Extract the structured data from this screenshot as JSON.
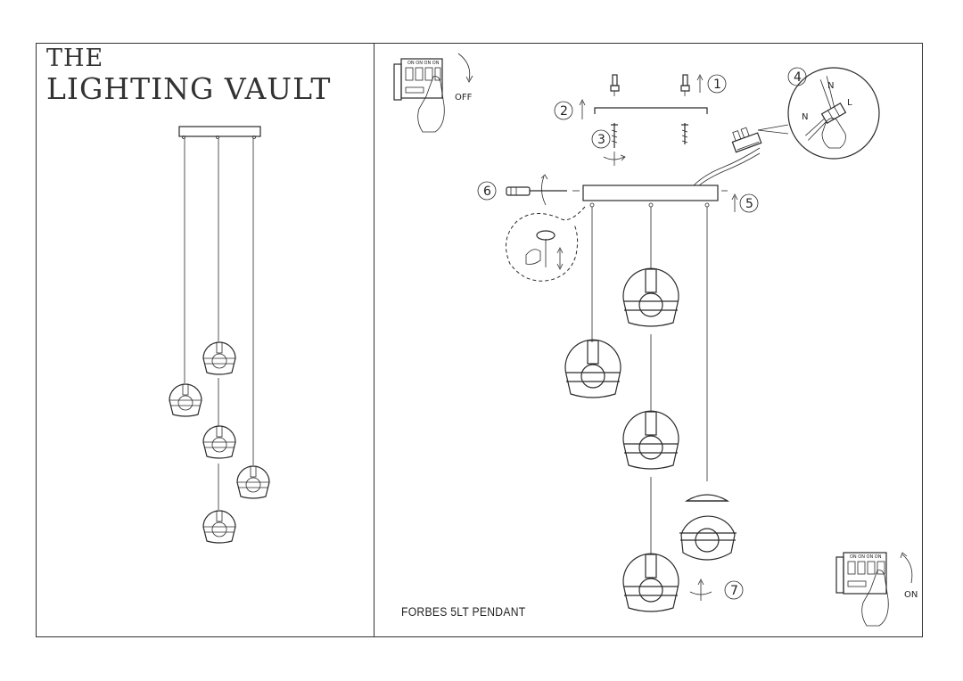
{
  "brand": {
    "line1": "THE",
    "line2": "LIGHTING VAULT"
  },
  "product": {
    "name": "FORBES 5LT PENDANT"
  },
  "steps": [
    "1",
    "2",
    "3",
    "4",
    "5",
    "6",
    "7"
  ],
  "switch_off": {
    "label": "OFF",
    "positions": "ON ON ON ON"
  },
  "switch_on": {
    "label": "ON",
    "positions": "ON ON ON ON"
  },
  "wire_labels": {
    "n": "N",
    "l": "L"
  }
}
